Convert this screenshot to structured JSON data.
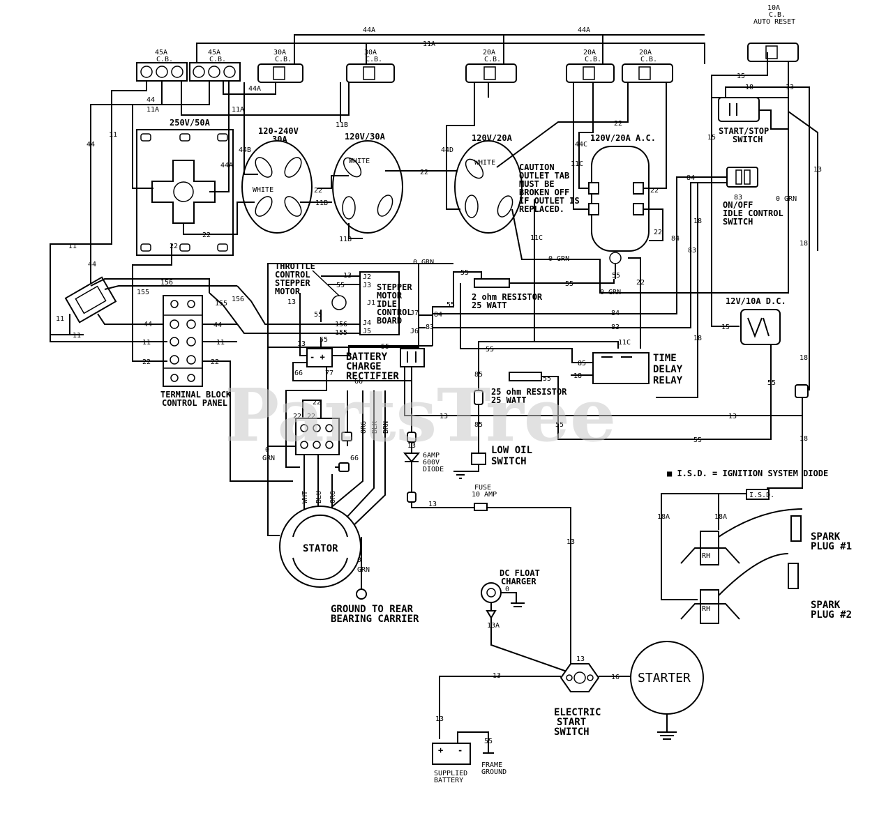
{
  "watermark": "PartsTree",
  "breakers": [
    {
      "amp": "45A",
      "cb": "C.B."
    },
    {
      "amp": "45A",
      "cb": "C.B."
    },
    {
      "amp": "30A",
      "cb": "C.B."
    },
    {
      "amp": "30A",
      "cb": "C.B."
    },
    {
      "amp": "20A",
      "cb": "C.B."
    },
    {
      "amp": "20A",
      "cb": "C.B."
    },
    {
      "amp": "20A",
      "cb": "C.B."
    },
    {
      "amp": "10A",
      "cb": "C.B.",
      "reset": "AUTO RESET"
    }
  ],
  "receptacles": {
    "r250": "250V/50A",
    "r120_240": "120-240V",
    "r120_240_amp": "30A",
    "r120_30": "120V/30A",
    "r120_20": "120V/20A",
    "r120_20ac": "120V/20A A.C.",
    "dc12": "12V/10A D.C.",
    "white": "WHITE"
  },
  "caution": [
    "CAUTION",
    "OUTLET TAB",
    "MUST BE",
    "BROKEN OFF",
    "IF OUTLET IS",
    "REPLACED."
  ],
  "components": {
    "start_stop": [
      "START/STOP",
      "SWITCH"
    ],
    "idle_switch": [
      "ON/OFF",
      "IDLE CONTROL",
      "SWITCH"
    ],
    "throttle": [
      "THROTTLE",
      "CONTROL",
      "STEPPER",
      "MOTOR"
    ],
    "idle_board": [
      "STEPPER",
      "MOTOR",
      "IDLE",
      "CONTROL",
      "BOARD"
    ],
    "resistor_2": [
      "2 ohm RESISTOR",
      "25 WATT"
    ],
    "resistor_25": [
      "25 ohm RESISTOR",
      "25 WATT"
    ],
    "time_delay": [
      "TIME",
      "DELAY",
      "RELAY"
    ],
    "battery_rectifier": [
      "BATTERY",
      "CHARGE",
      "RECTIFIER"
    ],
    "terminal_block": [
      "TERMINAL BLOCK",
      "CONTROL PANEL"
    ],
    "low_oil": [
      "LOW OIL",
      "SWITCH"
    ],
    "diode": [
      "6AMP",
      "600V",
      "DIODE"
    ],
    "fuse": [
      "FUSE",
      "10 AMP"
    ],
    "stator": "STATOR",
    "ground_rear": [
      "GROUND TO REAR",
      "BEARING CARRIER"
    ],
    "float_charger": [
      "DC FLOAT",
      "CHARGER"
    ],
    "start_switch": [
      "ELECTRIC",
      "START",
      "SWITCH"
    ],
    "starter": "STARTER",
    "battery": [
      "SUPPLIED",
      "BATTERY"
    ],
    "frame_ground": [
      "FRAME",
      "GROUND"
    ],
    "isd_note": "■ I.S.D. = IGNITION SYSTEM DIODE",
    "isd": "I.S.D.",
    "spark1": [
      "SPARK",
      "PLUG #1"
    ],
    "spark2": [
      "SPARK",
      "PLUG #2"
    ],
    "coil": "RH"
  },
  "wires": {
    "w44A": "44A",
    "w11A": "11A",
    "w44": "44",
    "w11": "11",
    "w44B": "44B",
    "w11B": "11B",
    "w44D": "44D",
    "w44C": "44C",
    "w11C": "11C",
    "w22": "22",
    "w15": "15",
    "w18": "18",
    "w18A": "18A",
    "w13": "13",
    "w13A": "13A",
    "w16": "16",
    "w55": "55",
    "w0GRN": "0 GRN",
    "w0": "0",
    "wGRN": "GRN",
    "w84": "84",
    "w83": "83",
    "w85": "85",
    "w77": "77",
    "w66": "66",
    "w156": "156",
    "w155": "155",
    "wWHT": "WHT",
    "wBLU": "BLU",
    "wORG": "ORG",
    "wBLK": "BLK",
    "wBRN": "BRN"
  },
  "connectors": {
    "J2": "J2",
    "J3": "J3",
    "J1": "J1",
    "J4": "J4",
    "J5": "J5",
    "J6": "J6",
    "J7": "J7"
  }
}
